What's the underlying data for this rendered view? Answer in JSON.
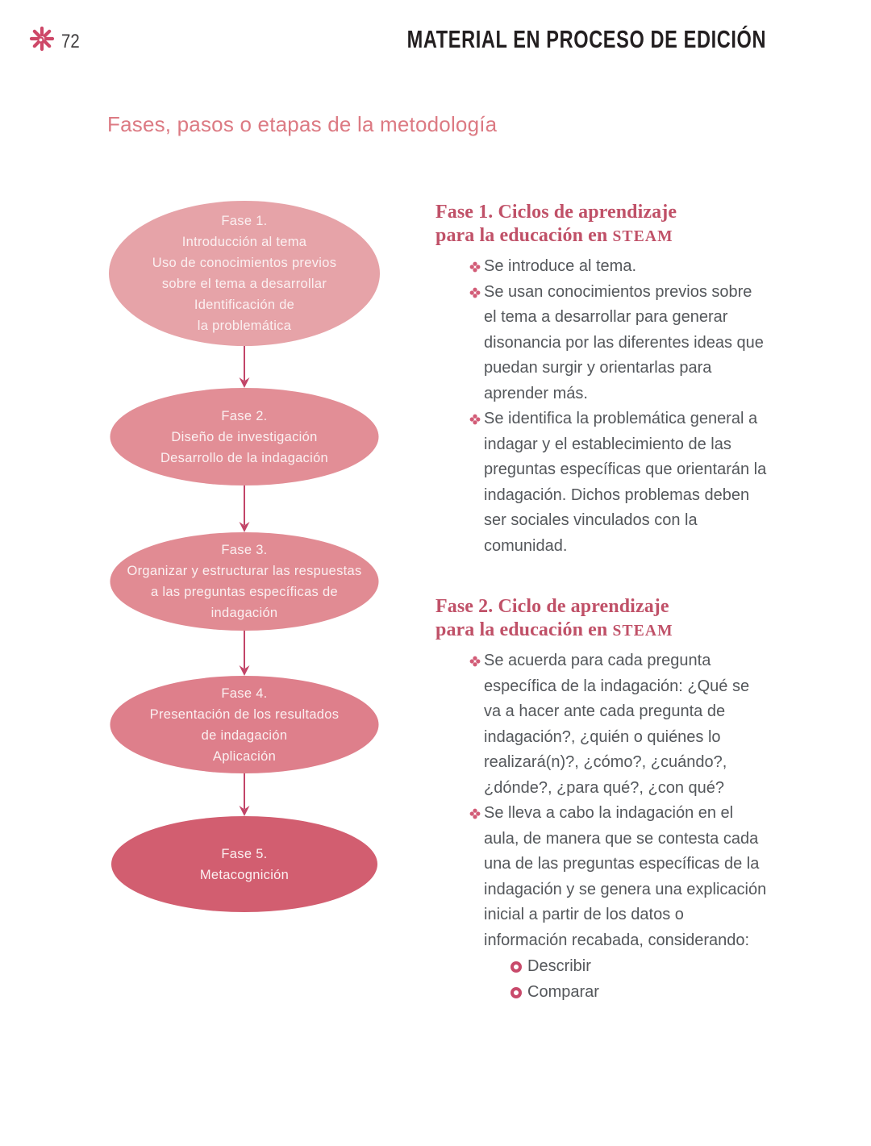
{
  "header": {
    "page_number": "72",
    "running_title": "MATERIAL EN PROCESO DE EDICIÓN"
  },
  "page_title": "Fases, pasos o etapas de la metodología",
  "flowchart": {
    "arrow_color": "#c24568",
    "phases": [
      {
        "fill": "#e6a3a8",
        "lines": [
          "Fase 1.",
          "Introducción al tema",
          "Uso de conocimientos previos",
          "sobre el tema a desarrollar",
          "Identificación de",
          "la problemática"
        ]
      },
      {
        "fill": "#e28e96",
        "lines": [
          "Fase 2.",
          "Diseño de investigación",
          "Desarrollo de la indagación"
        ]
      },
      {
        "fill": "#e18b93",
        "lines": [
          "Fase 3.",
          "Organizar y estructurar las respuestas",
          "a las preguntas específicas de",
          "indagación"
        ]
      },
      {
        "fill": "#de7f8b",
        "lines": [
          "Fase 4.",
          "Presentación de los resultados",
          "de indagación",
          "Aplicación"
        ]
      },
      {
        "fill": "#d25e70",
        "lines": [
          "Fase 5.",
          "Metacognición"
        ]
      }
    ]
  },
  "sections": [
    {
      "title_line1": "Fase 1. Ciclos de aprendizaje",
      "title_line2": "para la educación en ",
      "steam": "STEAM",
      "bullets": [
        "Se introduce al tema.",
        "Se usan conocimientos previos sobre el tema a desarrollar para generar disonancia por las diferentes ideas que puedan surgir y orientarlas para aprender más.",
        "Se identifica la problemática general a indagar y el establecimiento de las preguntas específicas que orientarán la indagación. Dichos problemas deben ser sociales vinculados con la comunidad."
      ],
      "sub_bullets": []
    },
    {
      "title_line1": "Fase 2. Ciclo de aprendizaje",
      "title_line2": "para la educación en ",
      "steam": "STEAM",
      "bullets": [
        "Se acuerda para cada pregunta específica de la indagación: ¿Qué se va a hacer ante cada pregunta de indagación?, ¿quién o quiénes lo realizará(n)?, ¿cómo?, ¿cuándo?, ¿dónde?, ¿para qué?, ¿con qué?",
        "Se lleva a cabo la indagación en el aula, de manera que se contesta cada una de las preguntas específicas de la indagación y se genera una explicación inicial a partir de los datos o información recabada, considerando:"
      ],
      "sub_bullets": [
        "Describir",
        "Comparar"
      ]
    }
  ],
  "colors": {
    "accent_crimson": "#ce4868",
    "heading_serif": "#c05168",
    "body_text": "#54575b",
    "page_title_pink": "#dc7a83",
    "running_title_black": "#231f20"
  }
}
